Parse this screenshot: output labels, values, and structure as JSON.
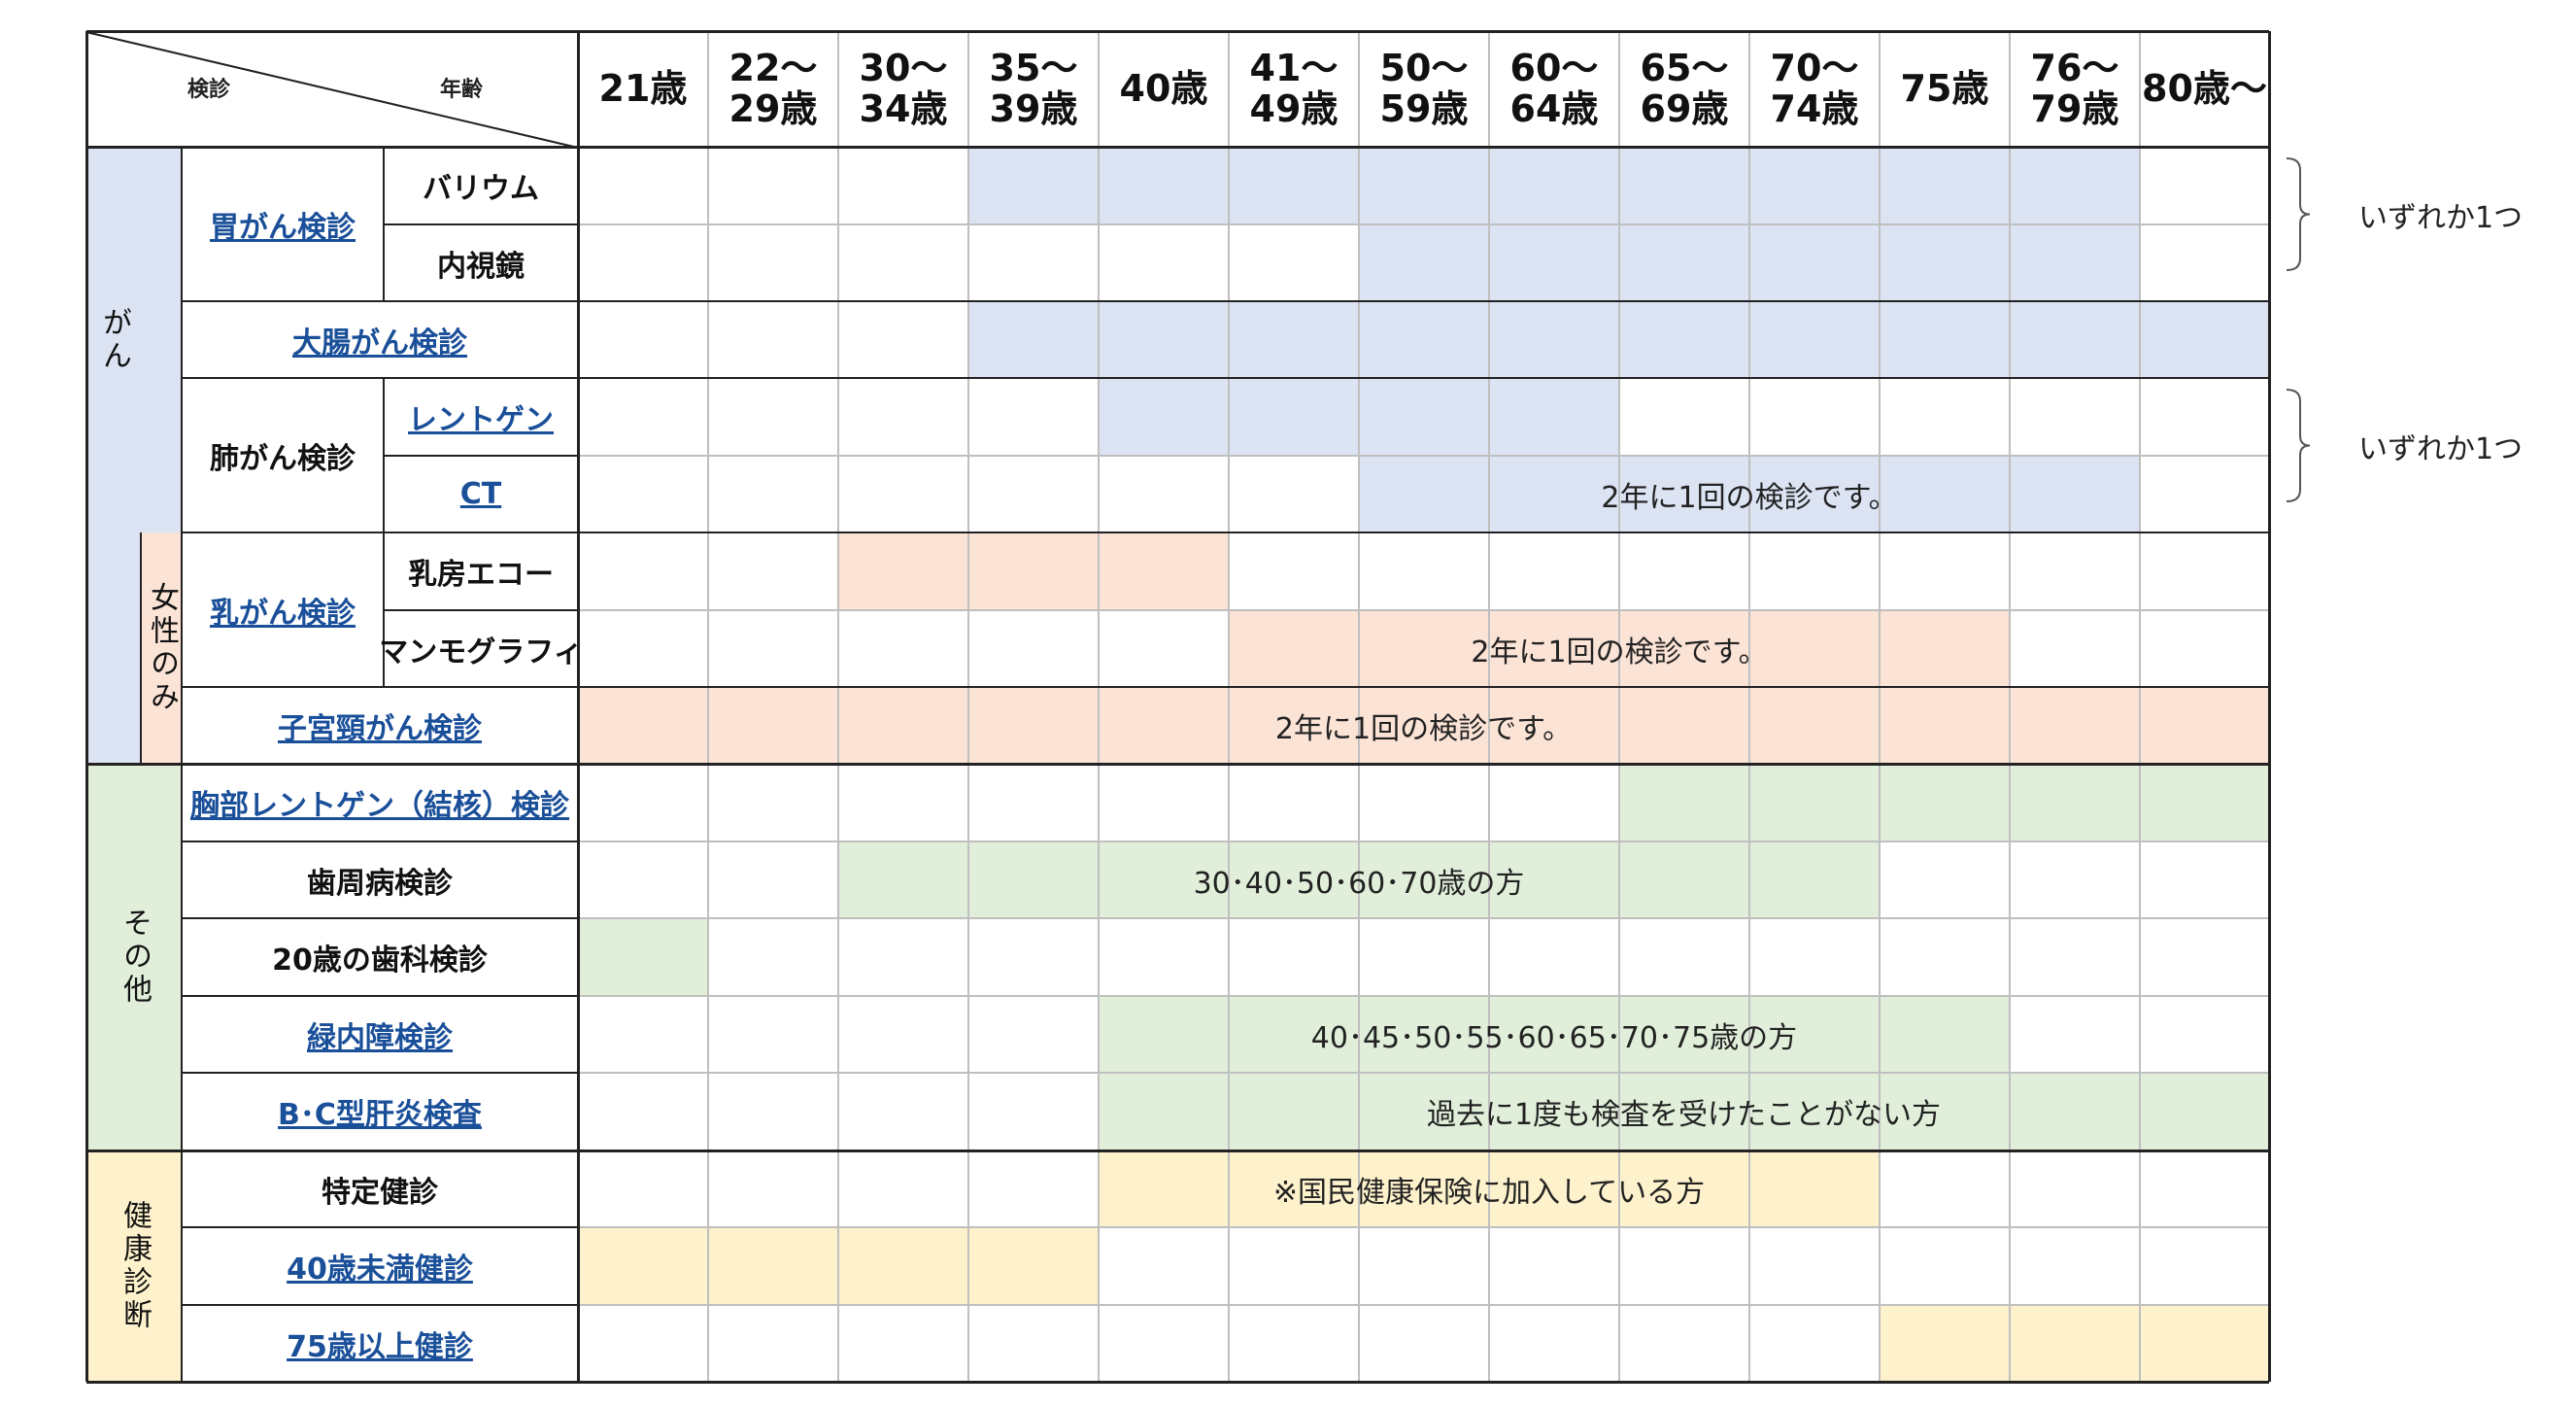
{
  "colors": {
    "cancer": "#dce3f3",
    "women": "#fbe3d6",
    "other": "#e1efda",
    "health": "#fef2cc",
    "link": "#1a4f99",
    "border": "#222222",
    "grid": "#bfbfbf"
  },
  "header": {
    "corner_left": "検診",
    "corner_right": "年齢",
    "ages": [
      "21歳",
      "22～\n29歳",
      "30～\n34歳",
      "35～\n39歳",
      "40歳",
      "41～\n49歳",
      "50～\n59歳",
      "60～\n64歳",
      "65～\n69歳",
      "70～\n74歳",
      "75歳",
      "76～\n79歳",
      "80歳～"
    ]
  },
  "groups": {
    "cancer": "がん",
    "women": "女性のみ",
    "other": "その他",
    "health": "健康診断"
  },
  "rows": [
    {
      "cat": "胃がん検診",
      "sub": "バリウム",
      "cat_link": true,
      "sub_link": false
    },
    {
      "cat": "",
      "sub": "内視鏡",
      "cat_link": false,
      "sub_link": false
    },
    {
      "cat": "大腸がん検診",
      "sub": "",
      "cat_link": true
    },
    {
      "cat": "肺がん検診",
      "sub": "レントゲン",
      "cat_link": false,
      "sub_link": true
    },
    {
      "cat": "",
      "sub": "CT",
      "sub_link": true
    },
    {
      "cat": "乳がん検診",
      "sub": "乳房エコー",
      "cat_link": true,
      "sub_link": false
    },
    {
      "cat": "",
      "sub": "マンモグラフィ",
      "sub_link": false
    },
    {
      "cat": "子宮頸がん検診",
      "sub": "",
      "cat_link": true
    },
    {
      "cat": "胸部レントゲン（結核）検診",
      "sub": "",
      "cat_link": true
    },
    {
      "cat": "歯周病検診",
      "sub": "",
      "cat_link": false
    },
    {
      "cat": "20歳の歯科検診",
      "sub": "",
      "cat_link": false
    },
    {
      "cat": "緑内障検診",
      "sub": "",
      "cat_link": true
    },
    {
      "cat": "B･C型肝炎検査",
      "sub": "",
      "cat_link": true
    },
    {
      "cat": "特定健診",
      "sub": "",
      "cat_link": false
    },
    {
      "cat": "40歳未満健診",
      "sub": "",
      "cat_link": true
    },
    {
      "cat": "75歳以上健診",
      "sub": "",
      "cat_link": true
    }
  ],
  "bars": [
    {
      "row": 0,
      "from": 3,
      "to": 11,
      "color": "cancer",
      "text": ""
    },
    {
      "row": 1,
      "from": 6,
      "to": 11,
      "color": "cancer",
      "text": ""
    },
    {
      "row": 2,
      "from": 3,
      "to": 12,
      "color": "cancer",
      "text": ""
    },
    {
      "row": 3,
      "from": 4,
      "to": 7,
      "color": "cancer",
      "text": ""
    },
    {
      "row": 4,
      "from": 6,
      "to": 11,
      "color": "cancer",
      "text": "2年に1回の検診です。"
    },
    {
      "row": 5,
      "from": 2,
      "to": 4,
      "color": "women",
      "text": ""
    },
    {
      "row": 6,
      "from": 5,
      "to": 10,
      "color": "women",
      "text": "2年に1回の検診です。"
    },
    {
      "row": 7,
      "from": 0,
      "to": 12,
      "color": "women",
      "text": "2年に1回の検診です。"
    },
    {
      "row": 8,
      "from": 8,
      "to": 12,
      "color": "other",
      "text": ""
    },
    {
      "row": 9,
      "from": 2,
      "to": 9,
      "color": "other",
      "text": "30･40･50･60･70歳の方"
    },
    {
      "row": 10,
      "from": 0,
      "to": 0,
      "color": "other",
      "text": ""
    },
    {
      "row": 11,
      "from": 4,
      "to": 10,
      "color": "other",
      "text": "40･45･50･55･60･65･70･75歳の方"
    },
    {
      "row": 12,
      "from": 4,
      "to": 12,
      "color": "other",
      "text": "過去に1度も検査を受けたことがない方"
    },
    {
      "row": 13,
      "from": 4,
      "to": 9,
      "color": "health",
      "text": "※国民健康保険に加入している方"
    },
    {
      "row": 14,
      "from": 0,
      "to": 3,
      "color": "health",
      "text": ""
    },
    {
      "row": 15,
      "from": 10,
      "to": 12,
      "color": "health",
      "text": ""
    }
  ],
  "side_notes": [
    {
      "rows": [
        0,
        1
      ],
      "text": "いずれか1つ"
    },
    {
      "rows": [
        3,
        4
      ],
      "text": "いずれか1つ"
    }
  ]
}
